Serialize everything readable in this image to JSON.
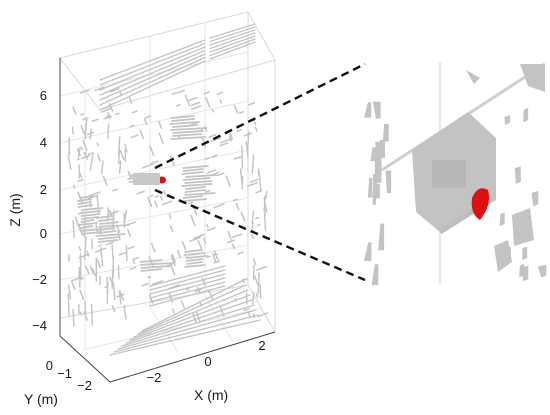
{
  "chart_data": {
    "type": "scatter",
    "title": "",
    "xlabel": "X (m)",
    "ylabel": "Y (m)",
    "zlabel": "Z (m)",
    "x_ticks": [
      "−2",
      "0",
      "2"
    ],
    "y_ticks": [
      "0",
      "−1",
      "−2"
    ],
    "z_ticks": [
      "6",
      "4",
      "2",
      "0",
      "−2",
      "−4"
    ],
    "xlim": [
      -3,
      3
    ],
    "ylim": [
      -2.5,
      0.5
    ],
    "zlim": [
      -5,
      7.5
    ],
    "grid": true,
    "legend": "none",
    "series": [
      {
        "color": "#c3c3c3"
      },
      {
        "color": "#e01010"
      }
    ],
    "inset": {
      "zoom_of": "highlighted red region",
      "connector_style": "dashed"
    }
  }
}
